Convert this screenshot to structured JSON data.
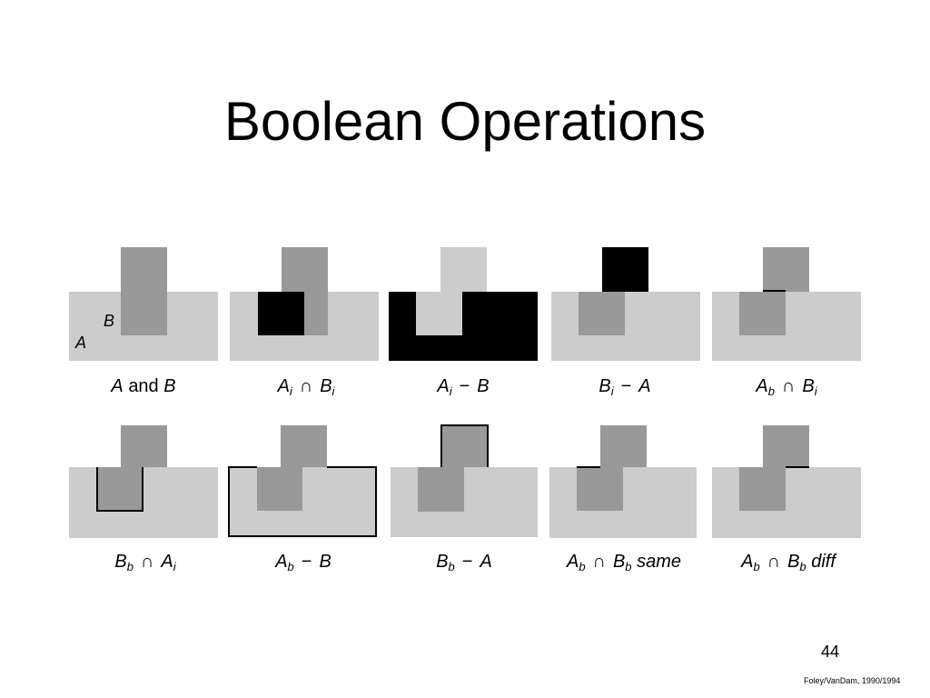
{
  "slide": {
    "title": "Boolean Operations",
    "number": "44",
    "credit": "Foley/VanDam, 1990/1994"
  },
  "colors": {
    "light": "#cccccc",
    "medium": "#999999",
    "black": "#000000"
  },
  "labels": {
    "a": "A",
    "b": "B"
  },
  "captions": {
    "p1": {
      "a": "A",
      "and": "and",
      "b": "B"
    },
    "p2": {
      "a": "A",
      "a_sub": "i",
      "op": "∩",
      "b": "B",
      "b_sub": "i"
    },
    "p3": {
      "a": "A",
      "a_sub": "i",
      "op": "−",
      "b": "B"
    },
    "p4": {
      "b": "B",
      "b_sub": "i",
      "op": "−",
      "a": "A"
    },
    "p5": {
      "a": "A",
      "a_sub": "b",
      "op": "∩",
      "b": "B",
      "b_sub": "i"
    },
    "p6": {
      "b": "B",
      "b_sub": "b",
      "op": "∩",
      "a": "A",
      "a_sub": "i"
    },
    "p7": {
      "a": "A",
      "a_sub": "b",
      "op": "−",
      "b": "B"
    },
    "p8": {
      "b": "B",
      "b_sub": "b",
      "op": "−",
      "a": "A"
    },
    "p9": {
      "a": "A",
      "a_sub": "b",
      "op": "∩",
      "b": "B",
      "b_sub": "b",
      "tail": "same"
    },
    "p10": {
      "a": "A",
      "a_sub": "b",
      "op": "∩",
      "b": "B",
      "b_sub": "b",
      "tail": "diff"
    }
  }
}
